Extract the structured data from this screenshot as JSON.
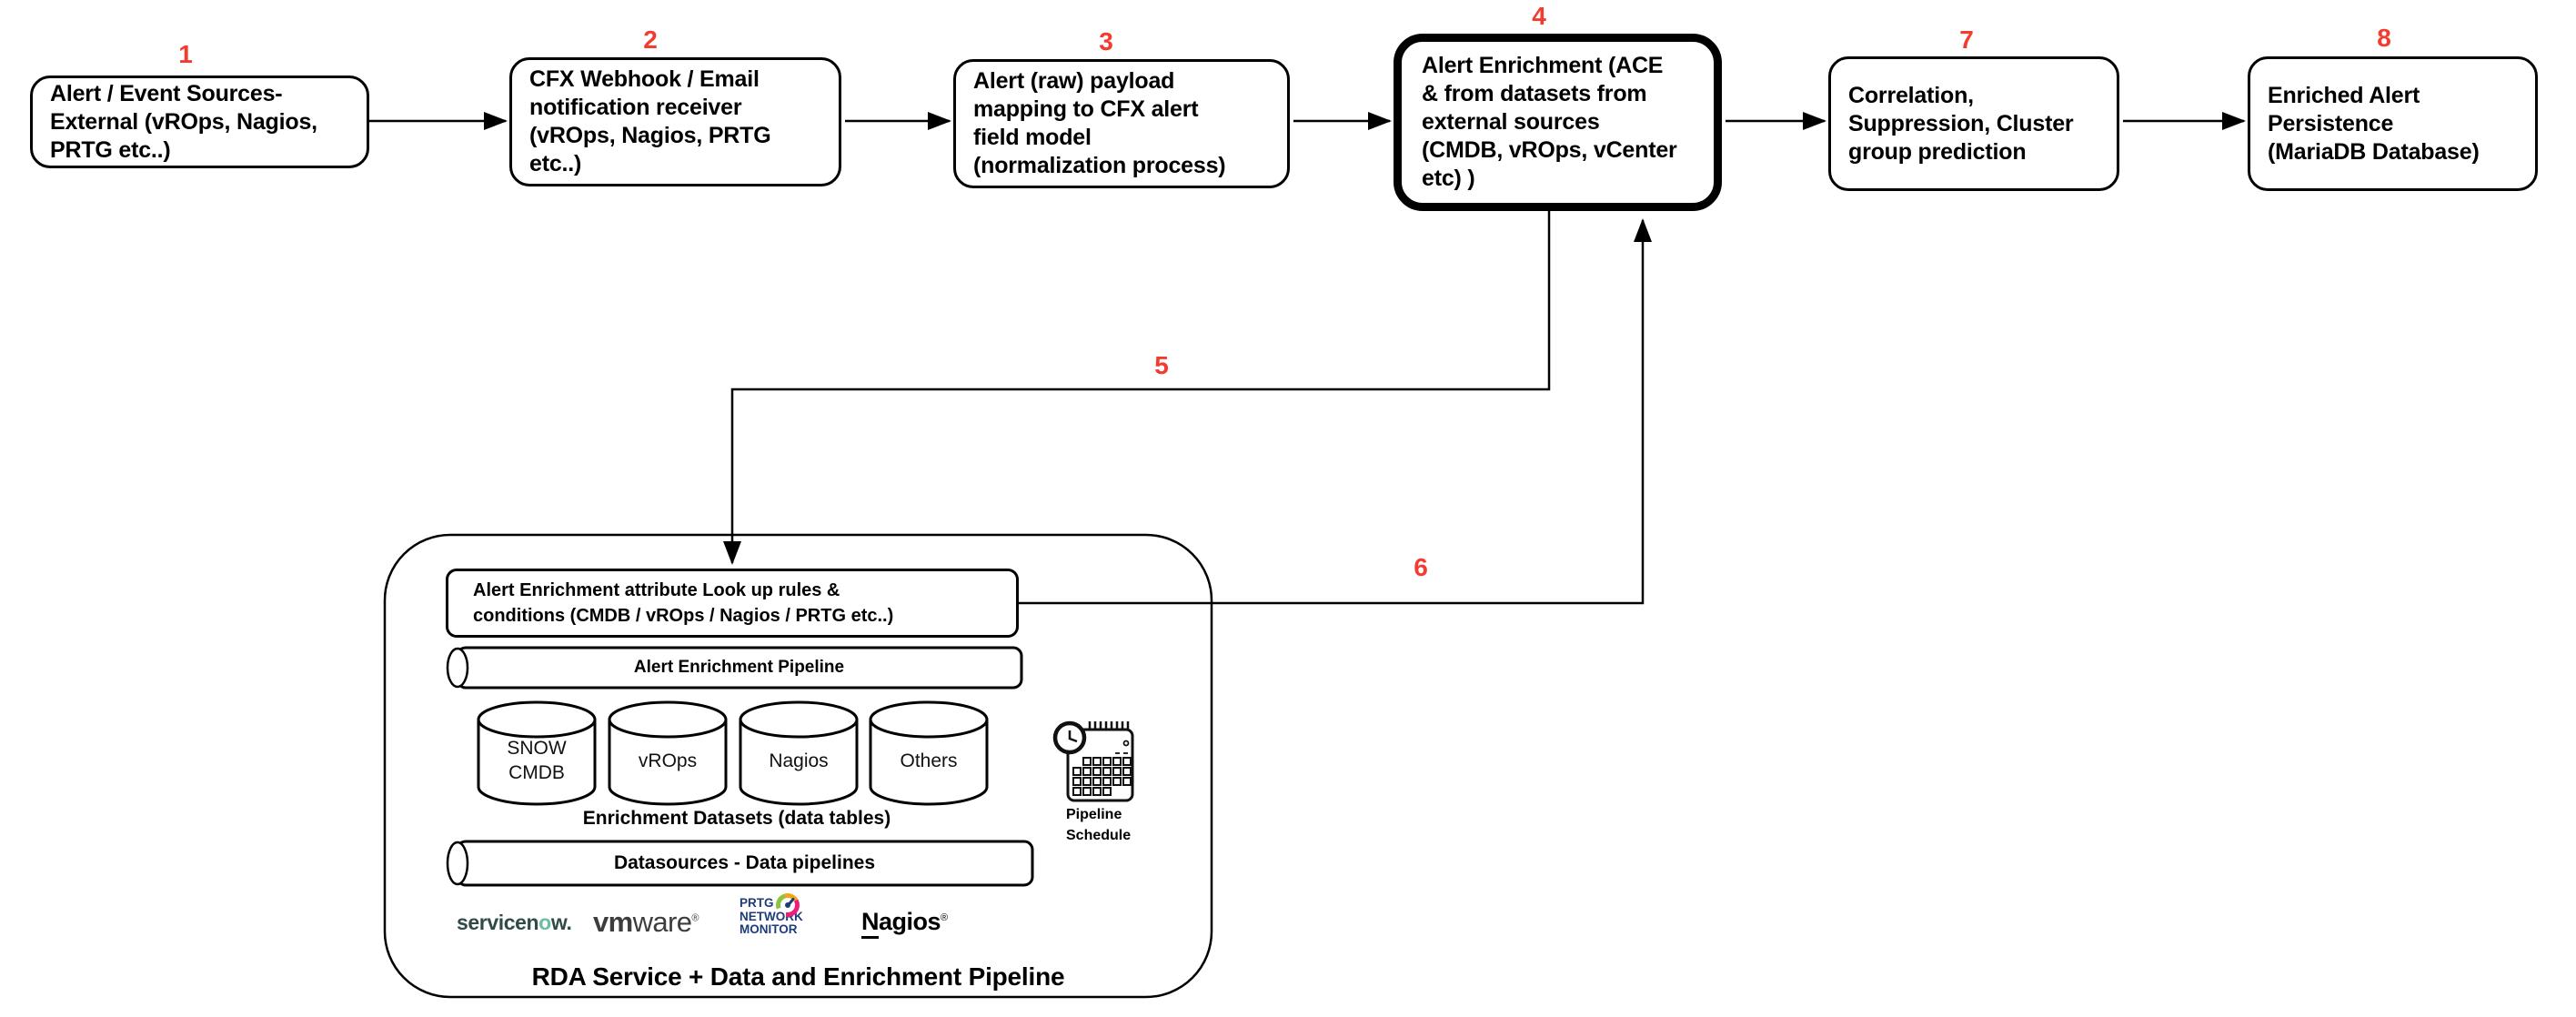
{
  "flow": {
    "boxes": [
      {
        "number": "1",
        "label": "Alert / Event Sources-\nExternal (vROps, Nagios,\nPRTG etc..)"
      },
      {
        "number": "2",
        "label": "CFX Webhook / Email\nnotification receiver\n(vROps, Nagios, PRTG\netc..)"
      },
      {
        "number": "3",
        "label": "Alert (raw) payload\nmapping to CFX alert\nfield model\n(normalization process)"
      },
      {
        "number": "4",
        "label": "Alert Enrichment (ACE\n& from datasets from\nexternal sources\n(CMDB, vROps, vCenter\netc) )"
      },
      {
        "number": "7",
        "label": "Correlation,\nSuppression, Cluster\ngroup prediction"
      },
      {
        "number": "8",
        "label": "Enriched Alert\nPersistence\n(MariaDB Database)"
      }
    ],
    "connector_labels": {
      "to_rda": "5",
      "from_rda": "6"
    }
  },
  "rda": {
    "title": "RDA Service + Data and Enrichment Pipeline",
    "lookup_box": "Alert Enrichment attribute Look up rules &\nconditions (CMDB / vROps / Nagios / PRTG etc..)",
    "enrichment_pipeline": "Alert Enrichment Pipeline",
    "datasets": [
      {
        "label": "SNOW\nCMDB"
      },
      {
        "label": "vROps"
      },
      {
        "label": "Nagios"
      },
      {
        "label": "Others"
      }
    ],
    "datasets_caption": "Enrichment Datasets (data tables)",
    "datasources_pipeline": "Datasources - Data pipelines",
    "schedule_label": "Pipeline\nSchedule"
  },
  "logos": {
    "servicenow": {
      "pre": "servicen",
      "ring": "o",
      "post": "w."
    },
    "vmware": {
      "bold": "vm",
      "light": "ware",
      "mark": "®"
    },
    "prtg": {
      "line1": "PRTG",
      "line2": "NETWORK",
      "line3": "MONITOR"
    },
    "nagios": {
      "initial": "N",
      "rest": "agios",
      "mark": "®"
    }
  },
  "colors": {
    "number_red": "#f43b30",
    "line_black": "#000000",
    "prtg_navy": "#1e3c78",
    "servicenow_slate": "#2f4a47",
    "servicenow_green": "#6fbc9f",
    "gauge_green": "#8bc540",
    "gauge_orange": "#f6a21d",
    "gauge_pink": "#ec1e79"
  }
}
